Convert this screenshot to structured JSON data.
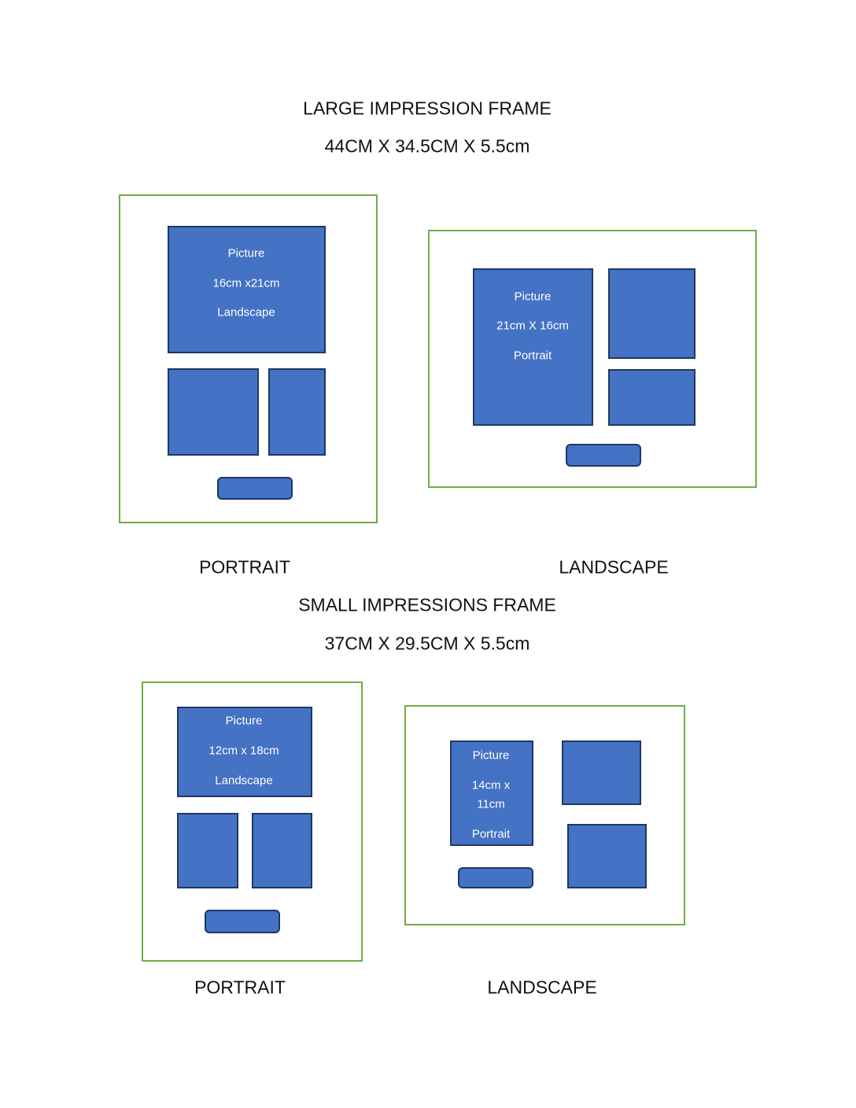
{
  "large": {
    "title": "LARGE IMPRESSION FRAME",
    "dimensions": "44CM X 34.5CM X 5.5cm",
    "portrait": {
      "label": "PORTRAIT",
      "picture": [
        "Picture",
        "16cm x21cm",
        "Landscape"
      ]
    },
    "landscape": {
      "label": "LANDSCAPE",
      "picture": [
        "Picture",
        "21cm X 16cm",
        "Portrait"
      ]
    }
  },
  "small": {
    "title": "SMALL IMPRESSIONS FRAME",
    "dimensions": "37CM X 29.5CM X 5.5cm",
    "portrait": {
      "label": "PORTRAIT",
      "picture": [
        "Picture",
        "12cm x 18cm",
        "Landscape"
      ]
    },
    "landscape": {
      "label": "LANDSCAPE",
      "picture": [
        "Picture",
        "14cm x",
        "11cm",
        "Portrait"
      ]
    }
  },
  "colors": {
    "picture": "#4472C4",
    "picture_border": "#1F3864",
    "frame": "#70AD47"
  }
}
